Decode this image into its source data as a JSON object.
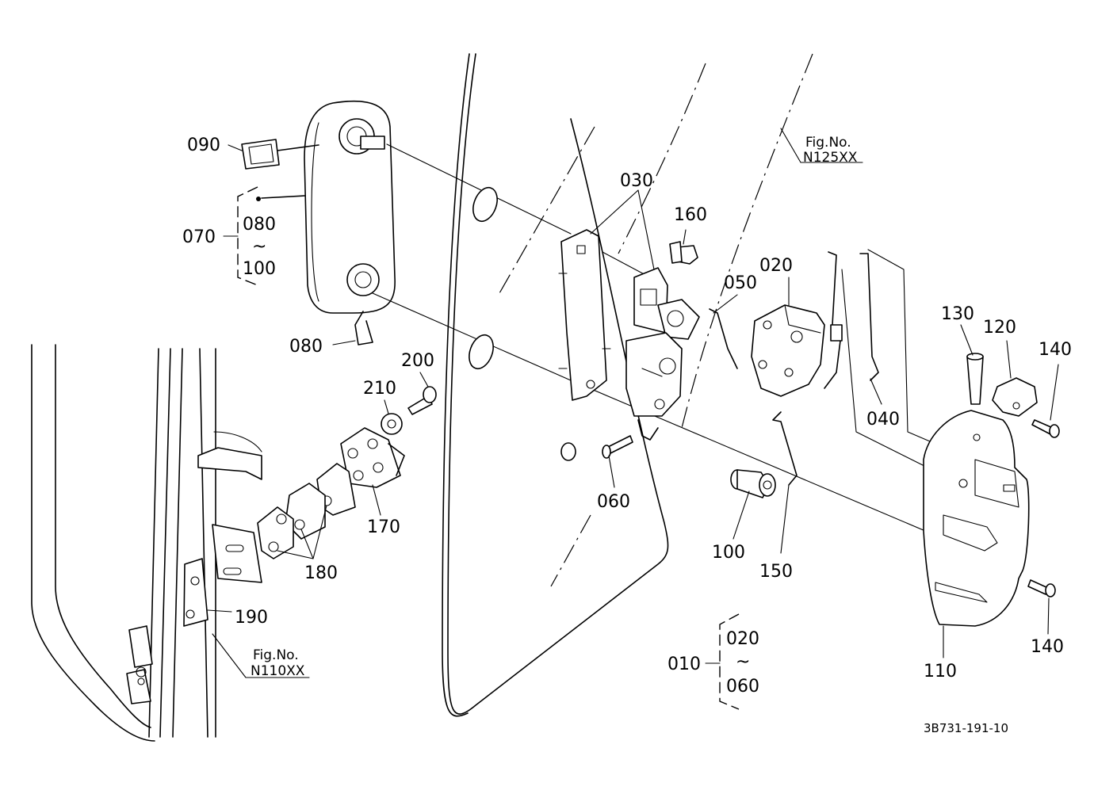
{
  "labels": {
    "p090": "090",
    "p070": "070",
    "p080a": "080",
    "p080b": "080",
    "tilde1": "~",
    "p100a": "100",
    "p030": "030",
    "p160": "160",
    "p050": "050",
    "p020a": "020",
    "p130": "130",
    "p120": "120",
    "p140a": "140",
    "p040": "040",
    "p200": "200",
    "p210": "210",
    "p170": "170",
    "p180": "180",
    "p190": "190",
    "p060a": "060",
    "p100b": "100",
    "p150": "150",
    "p110": "110",
    "p140b": "140",
    "p010": "010",
    "p020b": "020",
    "tilde2": "~",
    "p060b": "060"
  },
  "fig_refs": {
    "n125_title": "Fig.No.",
    "n125_code": "N125XX",
    "n110_title": "Fig.No.",
    "n110_code": "N110XX"
  },
  "drawing_code": "3B731-191-10"
}
